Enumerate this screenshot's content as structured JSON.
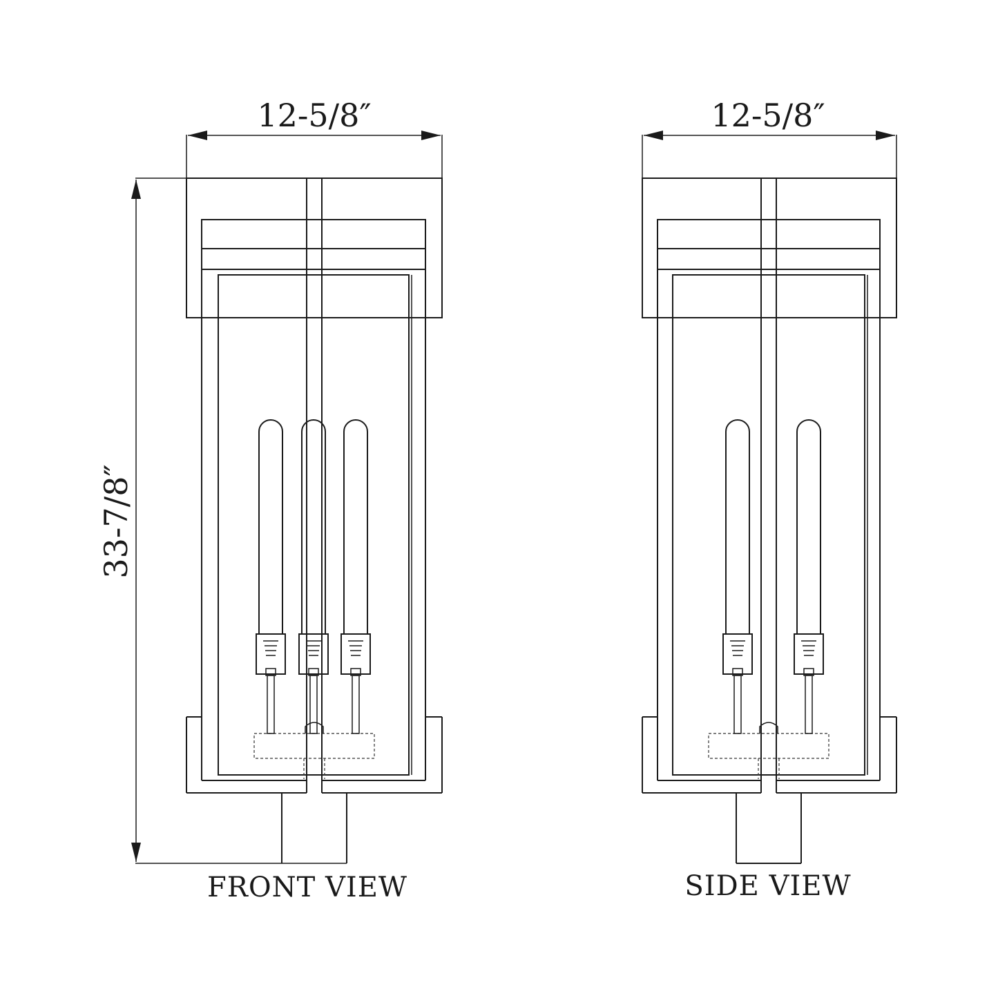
{
  "front_view": {
    "label": "FRONT VIEW",
    "width_dimension": "12-5/8″",
    "height_dimension": "33-7/8″",
    "bulb_count": 3
  },
  "side_view": {
    "label": "SIDE VIEW",
    "width_dimension": "12-5/8″",
    "bulb_count": 2
  }
}
